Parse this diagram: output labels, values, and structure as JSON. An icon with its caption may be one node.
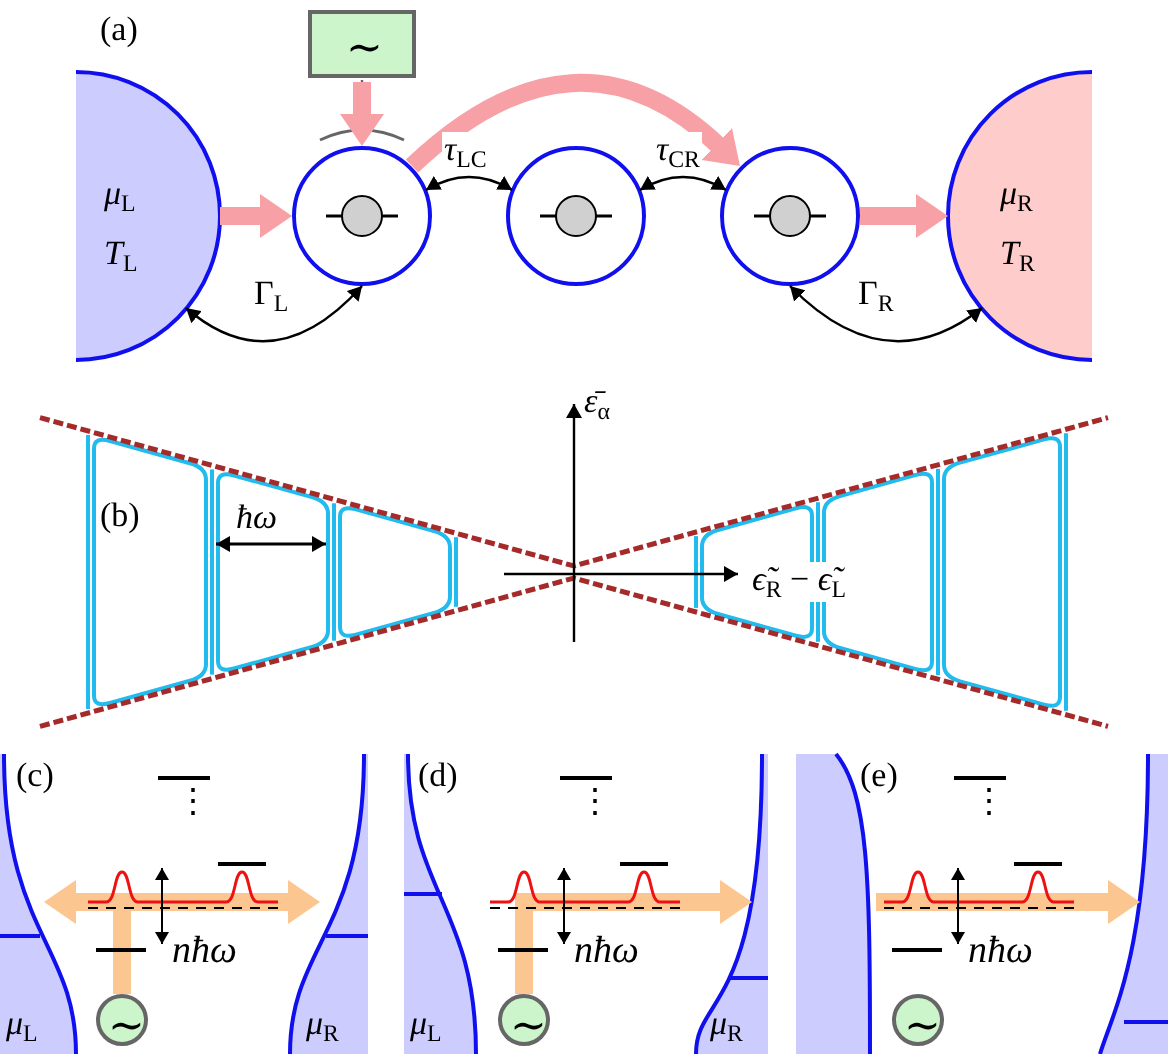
{
  "diagram": {
    "nodes": [
      {
        "text": [
          "*μ*$_{L}$",
          "*T*$_{L}$"
        ]
      },
      {
        "text": [
          "∼"
        ]
      },
      {
        "text": [],
        "shape": "circle"
      },
      {
        "text": [],
        "shape": "circle"
      },
      {
        "text": [],
        "shape": "circle"
      },
      {
        "text": [
          "*μ*$_{R}$",
          "*T*$_{R}$"
        ]
      },
      {
        "text": [
          "*μ*$_{L}$"
        ]
      },
      {
        "text": [
          "∼"
        ]
      },
      {
        "text": [
          "*μ*$_{R}$"
        ]
      },
      {
        "text": [
          "*μ*$_{L}$"
        ]
      },
      {
        "text": [
          "∼"
        ]
      },
      {
        "text": [
          "*μ*$_{R}$"
        ]
      },
      {
        "text": [],
        "shape": "box"
      },
      {
        "text": [
          "∼"
        ]
      },
      {
        "text": [],
        "shape": "box"
      }
    ],
    "edges": [
      {
        "from": 0,
        "to": 2,
        "arrow": "to",
        "color": "#f7a1a6"
      },
      {
        "from": 1,
        "to": 2,
        "arrow": "to",
        "color": "#f7a1a6"
      },
      {
        "from": 2,
        "to": 4,
        "arrow": "to",
        "color": "#f7a1a6"
      },
      {
        "from": 4,
        "to": 5,
        "arrow": "to",
        "color": "#f7a1a6"
      },
      {
        "from": 0,
        "to": 2,
        "arrow": "both",
        "label": "Γ$_{L}$",
        "color": "#000000"
      },
      {
        "from": 2,
        "to": 3,
        "arrow": "both",
        "label": "*τ*$_{LC}$",
        "color": "#000000"
      },
      {
        "from": 3,
        "to": 4,
        "arrow": "both",
        "label": "*τ*$_{CR}$",
        "color": "#000000"
      },
      {
        "from": 4,
        "to": 5,
        "arrow": "both",
        "label": "Γ$_{R}$",
        "color": "#000000"
      },
      {
        "from": 7,
        "to": 6,
        "arrow": "to",
        "color": "#fcc690"
      },
      {
        "from": 7,
        "to": 8,
        "arrow": "to",
        "color": "#fcc690"
      },
      {
        "from": 10,
        "to": 11,
        "arrow": "to",
        "color": "#fcc690"
      },
      {
        "from": 12,
        "to": 14,
        "arrow": "to",
        "color": "#fcc690"
      }
    ],
    "labels": [
      "(a)",
      "(b)",
      "*ħω*",
      "*ε̄*$_{α}$",
      "*ϵ̃*$_{R}$ − *ϵ̃*$_{L}$",
      "(c)",
      "⋮",
      "*nħω*",
      "(d)",
      "⋮",
      "*nħω*",
      "(e)",
      "⋮",
      "*nħω*"
    ]
  }
}
